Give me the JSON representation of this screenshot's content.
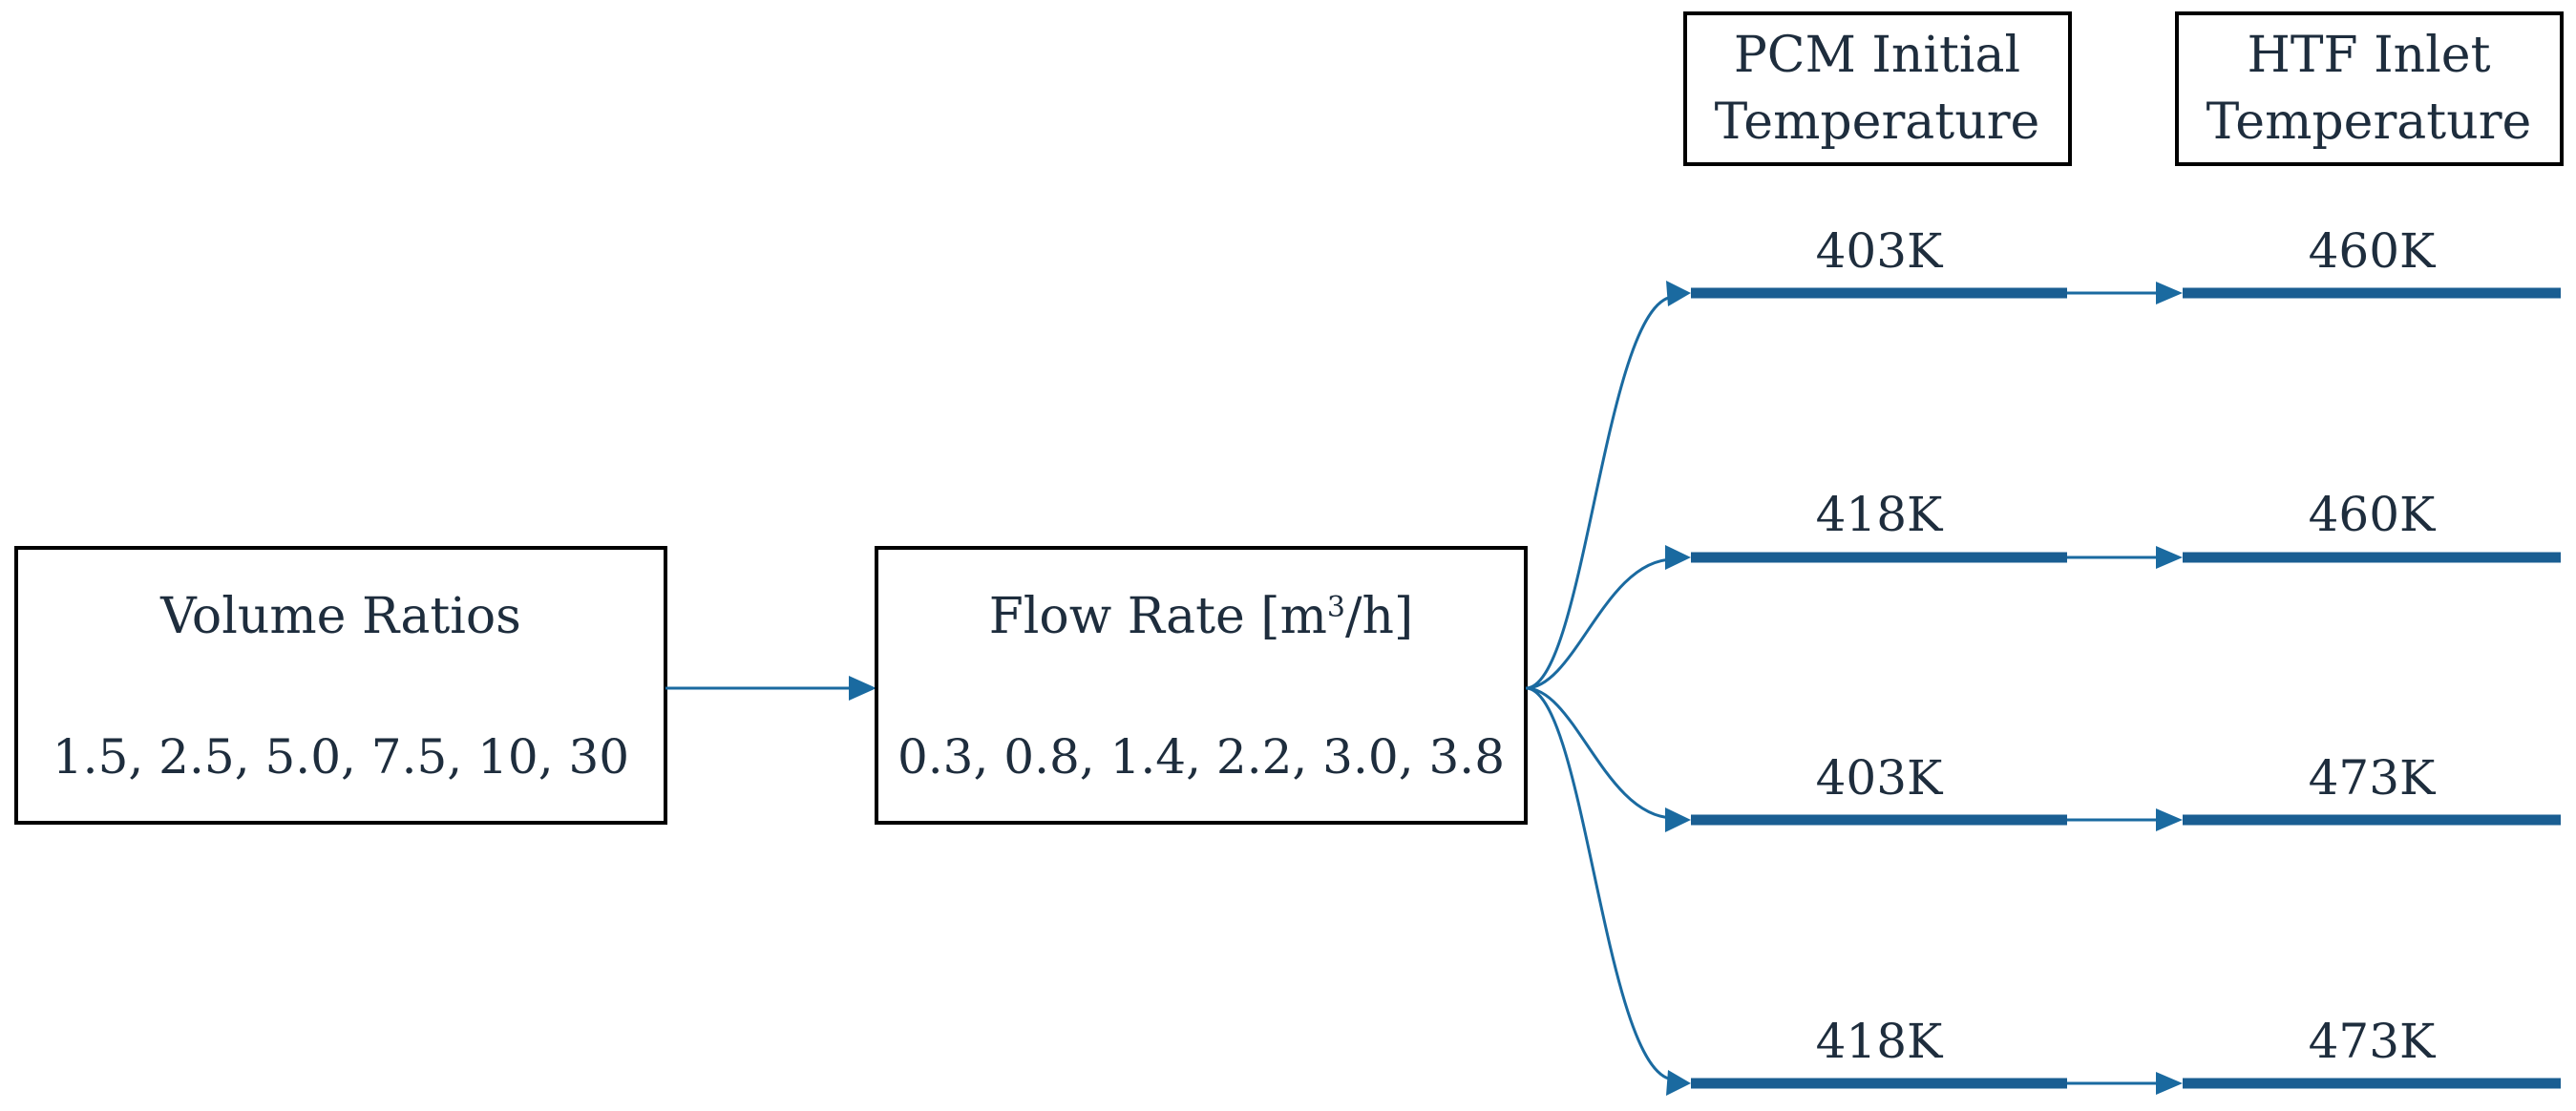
{
  "headers": {
    "pcm": [
      "PCM Initial",
      "Temperature"
    ],
    "htf": [
      "HTF Inlet",
      "Temperature"
    ]
  },
  "volume_box": {
    "title": "Volume Ratios",
    "values": "1.5, 2.5, 5.0, 7.5, 10, 30"
  },
  "flow_box": {
    "title_main": "Flow Rate [m",
    "title_sup": "3",
    "title_end": "/h]",
    "values": "0.3, 0.8, 1.4, 2.2, 3.0, 3.8"
  },
  "cases": [
    {
      "pcm": "403K",
      "htf": "460K"
    },
    {
      "pcm": "418K",
      "htf": "460K"
    },
    {
      "pcm": "403K",
      "htf": "473K"
    },
    {
      "pcm": "418K",
      "htf": "473K"
    }
  ],
  "colors": {
    "line_thick": "#1a5e92",
    "line_thin": "#1a6aa0",
    "text": "#1e2d3d",
    "box_border": "#000000"
  }
}
